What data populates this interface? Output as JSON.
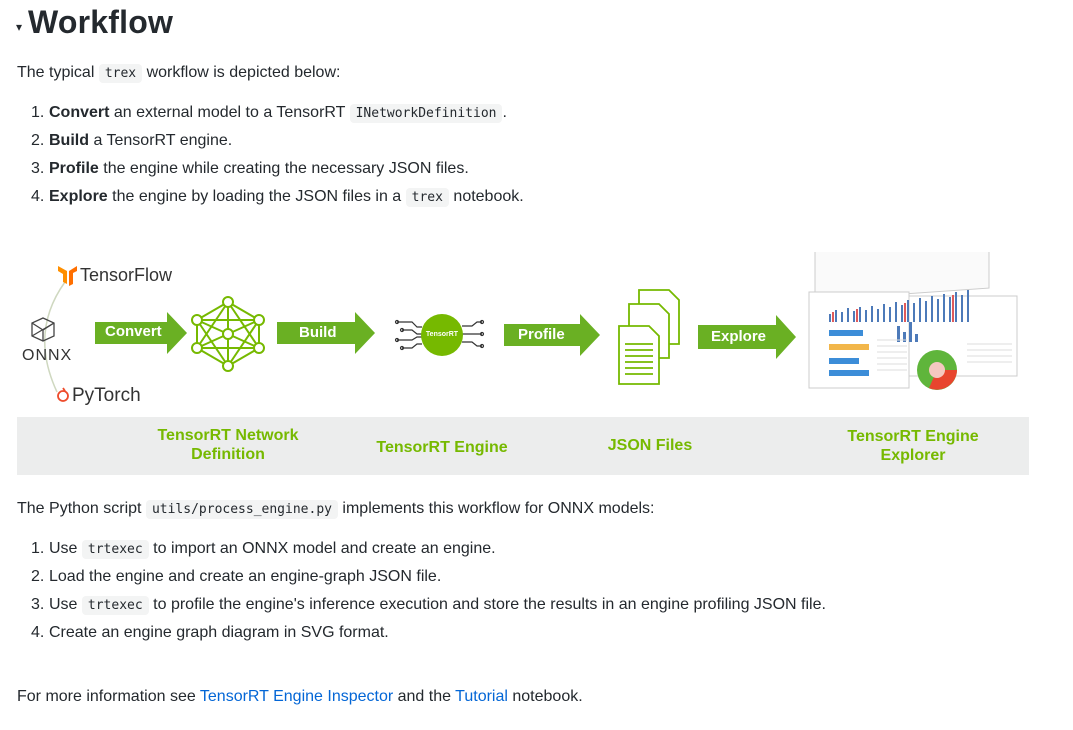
{
  "heading": {
    "caret": "▾",
    "title": "Workflow"
  },
  "intro": {
    "before": "The typical ",
    "code": "trex",
    "after": " workflow is depicted below:"
  },
  "steps": [
    {
      "num": "1.",
      "bold": "Convert",
      "text": " an external model to a TensorRT ",
      "code": "INetworkDefinition",
      "after": "."
    },
    {
      "num": "2.",
      "bold": "Build",
      "text": " a TensorRT engine.",
      "code": "",
      "after": ""
    },
    {
      "num": "3.",
      "bold": "Profile",
      "text": " the engine while creating the necessary JSON files.",
      "code": "",
      "after": ""
    },
    {
      "num": "4.",
      "bold": "Explore",
      "text": " the engine by loading the JSON files in a ",
      "code": "trex",
      "after": " notebook."
    }
  ],
  "diagram": {
    "frameworks": [
      "TensorFlow",
      "ONNX",
      "PyTorch"
    ],
    "arrows": [
      "Convert",
      "Build",
      "Profile",
      "Explore"
    ],
    "engine_badge": "TensorRT",
    "captions": [
      "TensorRT Network Definition",
      "TensorRT Engine",
      "JSON Files",
      "TensorRT Engine Explorer"
    ],
    "caption_lines": {
      "c0a": "TensorRT Network",
      "c0b": "Definition",
      "c1": "TensorRT Engine",
      "c2": "JSON Files",
      "c3a": "TensorRT Engine",
      "c3b": "Explorer"
    },
    "colors": {
      "green": "#76b900",
      "arrow": "#6ab023",
      "band": "#eceded"
    }
  },
  "script_para": {
    "before": "The Python script ",
    "code": "utils/process_engine.py",
    "after": " implements this workflow for ONNX models:"
  },
  "script_steps": [
    {
      "num": "1.",
      "before": "Use ",
      "code": "trtexec",
      "after": " to import an ONNX model and create an engine."
    },
    {
      "num": "2.",
      "before": "Load the engine and create an engine-graph JSON file.",
      "code": "",
      "after": ""
    },
    {
      "num": "3.",
      "before": "Use ",
      "code": "trtexec",
      "after": " to profile the engine's inference execution and store the results in an engine profiling JSON file."
    },
    {
      "num": "4.",
      "before": "Create an engine graph diagram in SVG format.",
      "code": "",
      "after": ""
    }
  ],
  "more_info": {
    "before": "For more information see ",
    "link1": "TensorRT Engine Inspector",
    "middle": " and the ",
    "link2": "Tutorial",
    "after": " notebook."
  }
}
